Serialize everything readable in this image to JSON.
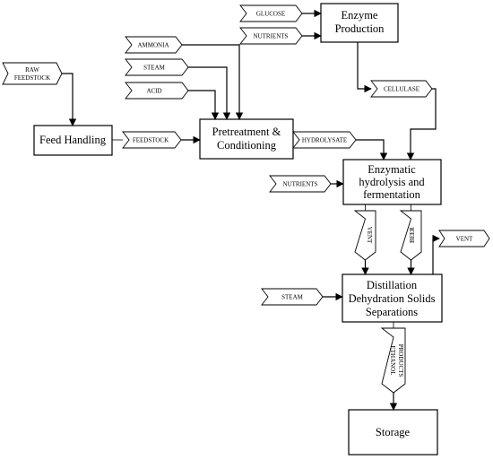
{
  "boxes": {
    "feed_handling": "Feed Handling",
    "pretreatment": [
      "Pretreatment &",
      "Conditioning"
    ],
    "enzyme_production": [
      "Enzyme",
      "Production"
    ],
    "hydrolysis": [
      "Enzymatic",
      "hydrolysis and",
      "fermentation"
    ],
    "distillation": [
      "Distillation",
      "Dehydration Solids",
      "Separations"
    ],
    "storage": "Storage"
  },
  "streams": {
    "raw_feedstock": [
      "RAW",
      "FEEDSTOCK"
    ],
    "ammonia": "AMMONIA",
    "steam_pretreat": "STEAM",
    "acid": "ACID",
    "feedstock": "FEEDSTOCK",
    "glucose": "GLUCOSE",
    "nutrients_enzyme": "NUTRIENTS",
    "cellulase": "CELLULASE",
    "hydrolysate": "HYDROLYSATE",
    "nutrients_hydrolysis": "NUTRIENTS",
    "vent_down": "VENT",
    "beer": "BEER",
    "vent_out": "VENT",
    "steam_distill": "STEAM",
    "ethanol_products": [
      "ETHANOL",
      "PRODUCTS"
    ]
  }
}
